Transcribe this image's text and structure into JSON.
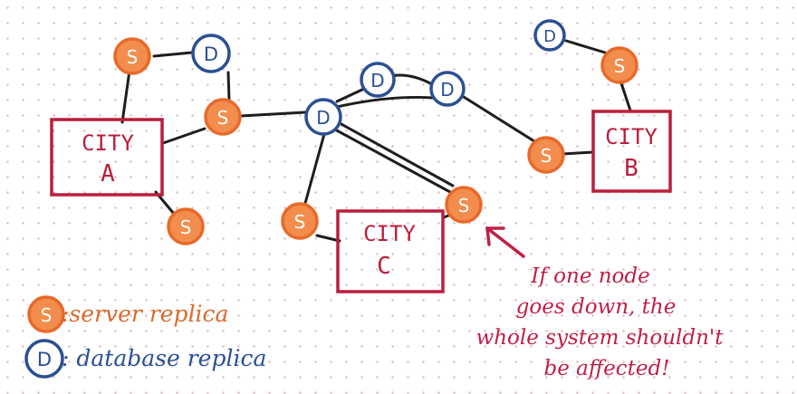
{
  "cities": {
    "a": {
      "line1": "CITY",
      "line2": "A"
    },
    "b": {
      "line1": "CITY",
      "line2": "B"
    },
    "c": {
      "line1": "CITY",
      "line2": "C"
    }
  },
  "node_letters": {
    "server": "S",
    "database": "D"
  },
  "legend": {
    "server_label": ":server replica",
    "database_label": ": database replica"
  },
  "annotation": {
    "lines": [
      "If one node",
      "goes down, the",
      "whole system shouldn't",
      "be affected!"
    ]
  },
  "colors": {
    "city": "#bb1e3c",
    "server_fill": "#f28d4d",
    "server_ring": "#e8692a",
    "database": "#2a4f94",
    "edge": "#1e1e1e",
    "annotation": "#c01f45",
    "legend_server_text": "#d9692c"
  }
}
